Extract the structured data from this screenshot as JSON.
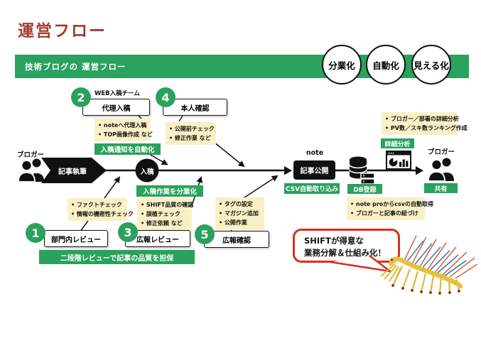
{
  "title": "運営フロー",
  "banner": {
    "label": "技術ブログの 運営フロー",
    "badges": [
      "分業化",
      "自動化",
      "見える化"
    ]
  },
  "flow": {
    "actor_left": "ブロガー",
    "actor_right": "ブロガー",
    "write": "記事執筆",
    "submit": "入稿",
    "publish_platform": "note",
    "publish": "記事公開",
    "team_label": "WEB入稿チーム",
    "steps": {
      "s1": {
        "num": "1",
        "label": "部門内レビュー"
      },
      "s2": {
        "num": "2",
        "label": "代理入稿"
      },
      "s3": {
        "num": "3",
        "label": "広報レビュー"
      },
      "s4": {
        "num": "4",
        "label": "本人確認"
      },
      "s5": {
        "num": "5",
        "label": "広報確認"
      }
    },
    "green_labels": {
      "auto_notify": "入稿通知を自動化",
      "divide": "入稿作業を分業化",
      "csv": "CSV自動取り込み",
      "db": "DB登録",
      "analysis": "詳細分析",
      "share": "共有",
      "quality": "二段階レビューで記事の品質を担保"
    },
    "notes": {
      "proxy": [
        "noteへ代理入稿",
        "TOP画像作成 など"
      ],
      "self_check": [
        "公開前チェック",
        "修正作業 など"
      ],
      "dept_review": [
        "ファクトチェック",
        "情報の機密性チェック"
      ],
      "pr_review": [
        "SHIFT品質の確認",
        "誤植チェック",
        "修正依頼 など"
      ],
      "publish_work": [
        "タグの設定",
        "マガジン追加",
        "公開作業"
      ],
      "analysis_note": [
        "ブロガー／部署の詳細分析",
        "PV数／スキ数ランキング作成"
      ],
      "db_note": [
        "note proからcsvの自動取得",
        "ブロガーと記事の紐づけ"
      ]
    }
  },
  "bubble": {
    "lines": [
      "SHIFTが得意な",
      "業務分解＆仕組み化！"
    ]
  },
  "colors": {
    "green": "#2aa15c",
    "yellow": "#faf0c5",
    "title_red": "#a63a30",
    "bubble_red": "#d8301f",
    "black": "#111111"
  }
}
